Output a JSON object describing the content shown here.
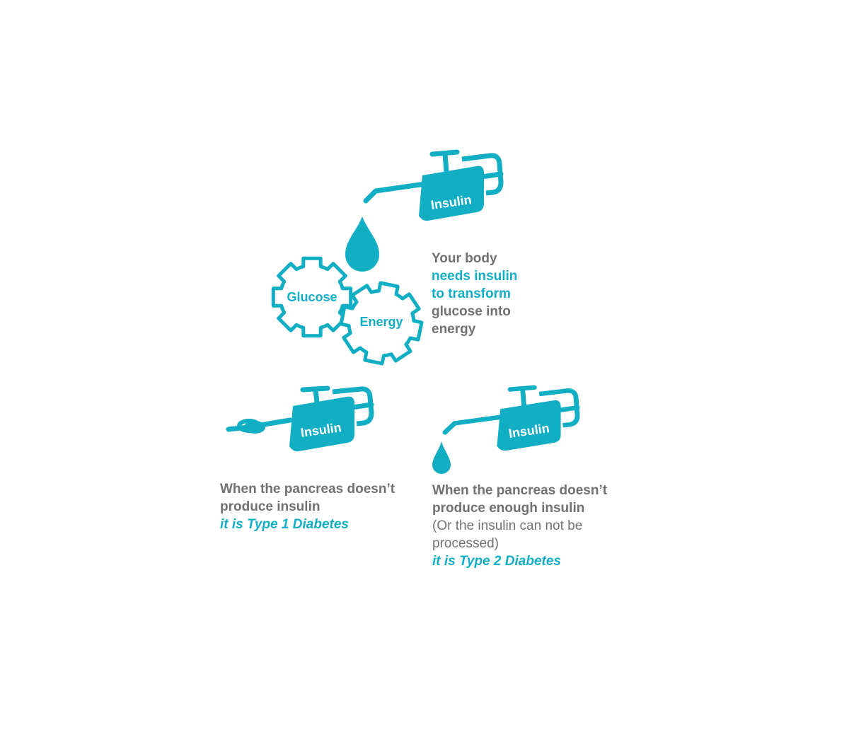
{
  "colors": {
    "accent": "#11aec4",
    "text": "#717171",
    "background": "#ffffff"
  },
  "icons": [
    "insulin-can-icon",
    "insulin-drop-icon",
    "gear-icon"
  ],
  "top": {
    "can_label": "Insulin",
    "gear_glucose": "Glucose",
    "gear_energy": "Energy",
    "caption": {
      "line1": "Your body",
      "line2": "needs insulin",
      "line3": "to transform",
      "line4": "glucose into",
      "line5": "energy"
    }
  },
  "type1": {
    "can_label": "Insulin",
    "line1": "When the pancreas doesn’t",
    "line2": "produce insulin",
    "conclusion": "it is Type 1 Diabetes"
  },
  "type2": {
    "can_label": "Insulin",
    "line1": "When the pancreas doesn’t",
    "line2": "produce enough insulin",
    "note1": "(Or the insulin can not be",
    "note2": "processed)",
    "conclusion": "it is Type 2 Diabetes"
  }
}
